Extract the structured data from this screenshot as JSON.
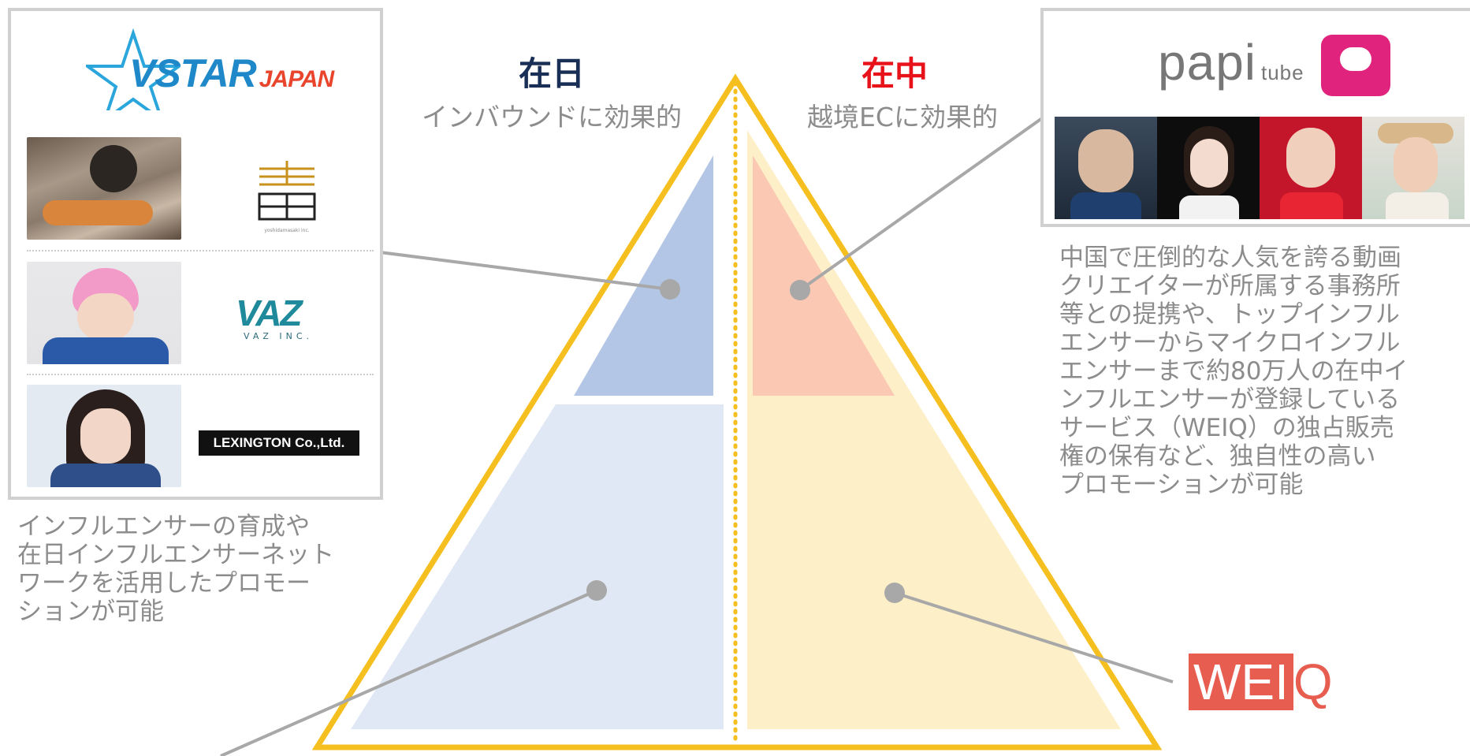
{
  "left_heading": "在日",
  "left_sub": "インバウンドに効果的",
  "right_heading": "在中",
  "right_sub": "越境ECに効果的",
  "colors": {
    "left_heading": "#1a2f55",
    "right_heading": "#e8131a",
    "triangle_outline": "#f5bf1f",
    "left_top": "#b4c6e6",
    "left_bottom": "#e1e8f5",
    "right_top": "#fbc8b4",
    "right_bottom": "#fdefc8",
    "connector": "#a8a8a8"
  },
  "left_panel": {
    "vstar_main": "VSTAR",
    "vstar_sub": "JAPAN",
    "yoshidamasaki_caption": "yoshidamasaki inc.",
    "vaz_mark": "VAZ",
    "vaz_sub": "VAZ INC.",
    "lexington": "LEXINGTON Co.,Ltd."
  },
  "left_desc": [
    "インフルエンサーの育成や",
    "在日インフルエンサーネット",
    "ワークを活用したプロモー",
    "ションが可能"
  ],
  "right_panel": {
    "papi": "papi",
    "papi_tube": "tube"
  },
  "right_desc": [
    "中国で圧倒的な人気を誇る動画",
    "クリエイターが所属する事務所",
    "等との提携や、トップインフル",
    "エンサーからマイクロインフル",
    "エンサーまで約80万人の在中イ",
    "ンフルエンサーが登録している",
    "サービス（WEIQ）の独占販売",
    "権の保有など、独自性の高い",
    "プロモーションが可能"
  ],
  "weiq": {
    "box": "WEI",
    "q": "Q"
  }
}
